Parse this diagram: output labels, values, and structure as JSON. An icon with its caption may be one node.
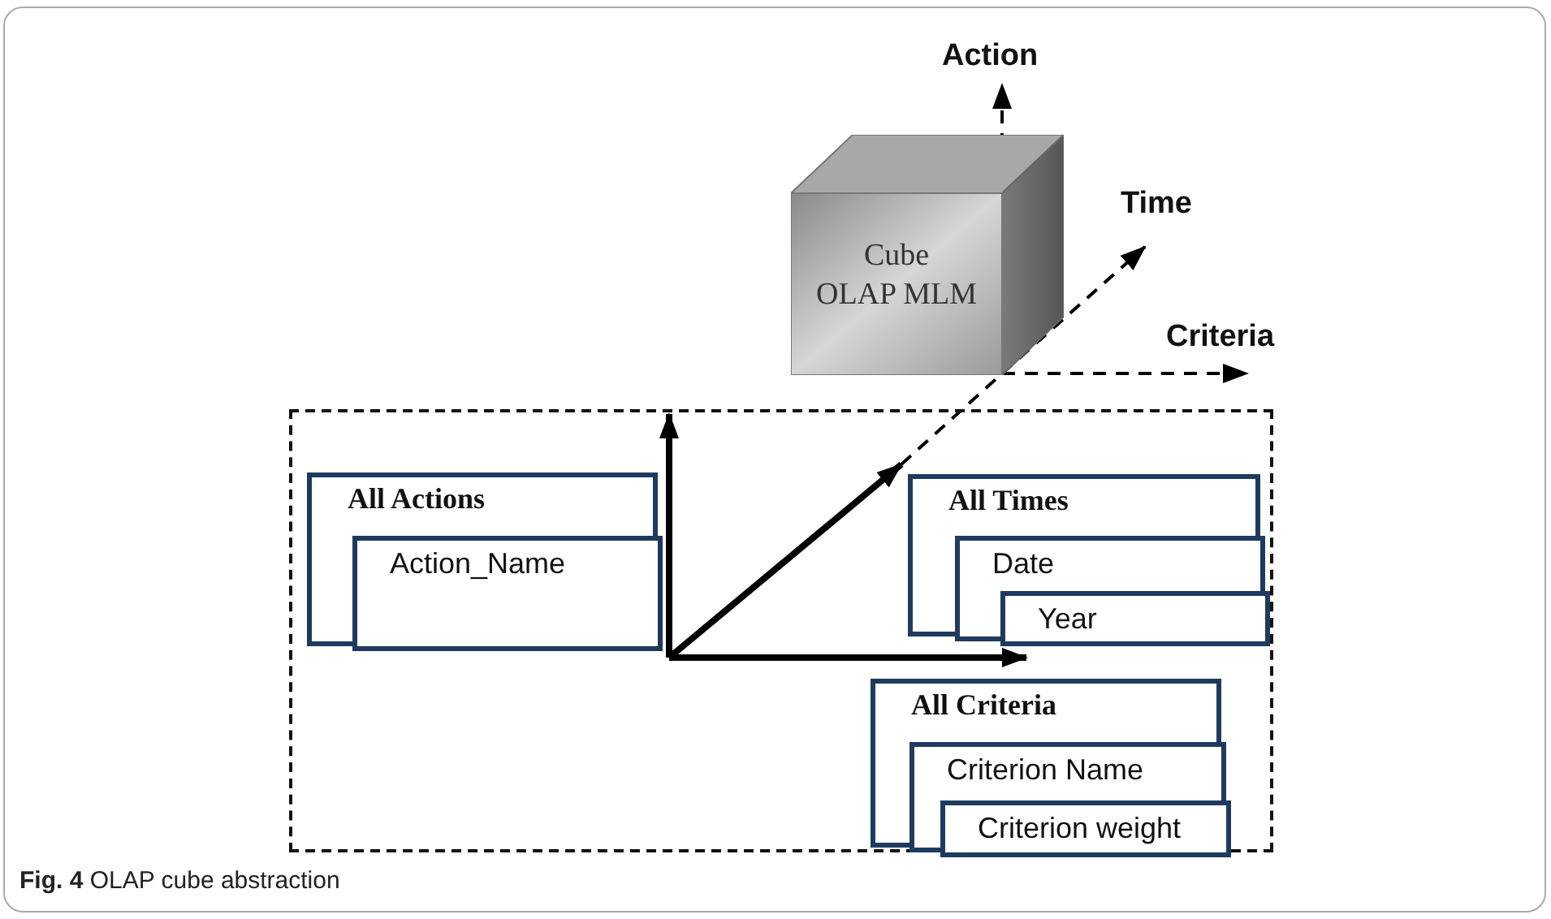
{
  "diagram": {
    "caption": "**Fig. 4** OLAP cube abstraction",
    "nodes": [
      {
        "text": [
          "Cube",
          "OLAP MLM"
        ]
      },
      {
        "text": [],
        "shape": "box"
      },
      {
        "text": [
          "All Actions"
        ],
        "in": 1
      },
      {
        "text": [
          "Action_Name"
        ],
        "in": 2
      },
      {
        "text": [
          "All Times"
        ],
        "in": 1
      },
      {
        "text": [
          "Date"
        ],
        "in": 4
      },
      {
        "text": [
          "Year"
        ],
        "in": 5
      },
      {
        "text": [
          "All Criteria"
        ],
        "in": 1
      },
      {
        "text": [
          "Criterion Name"
        ],
        "in": 7
      },
      {
        "text": [
          "Criterion weight"
        ],
        "in": 8
      }
    ],
    "edges": [],
    "labels": [
      "Action",
      "Time",
      "Criteria"
    ]
  }
}
